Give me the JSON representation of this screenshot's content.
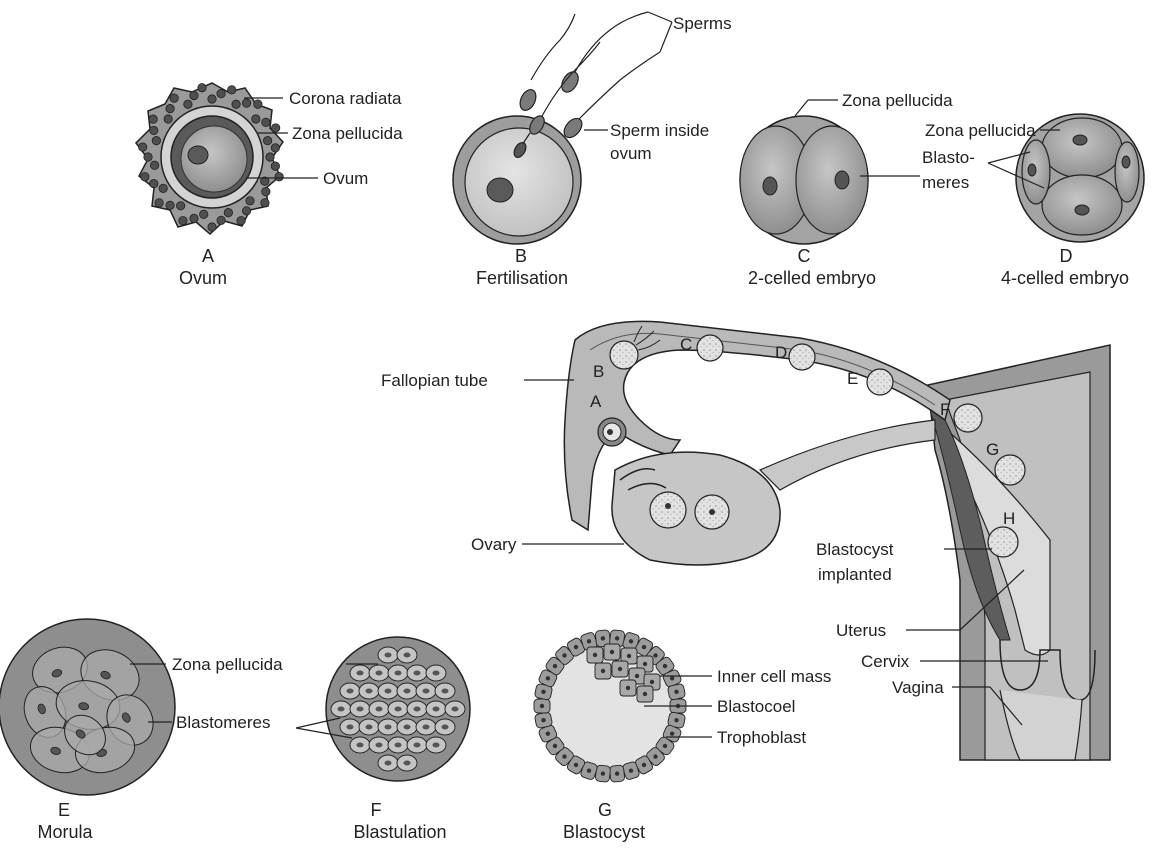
{
  "panels": {
    "A": {
      "letter": "A",
      "title": "Ovum",
      "labels": {
        "corona": "Corona radiata",
        "zona": "Zona pellucida",
        "ovum": "Ovum"
      }
    },
    "B": {
      "letter": "B",
      "title": "Fertilisation",
      "labels": {
        "sperms": "Sperms",
        "sperm_inside_1": "Sperm inside",
        "sperm_inside_2": "ovum"
      }
    },
    "C": {
      "letter": "C",
      "title": "2-celled embryo",
      "labels": {
        "zona": "Zona pellucida"
      }
    },
    "D": {
      "letter": "D",
      "title": "4-celled embryo",
      "labels": {
        "zona": "Zona pellucida",
        "blasto_1": "Blasto-",
        "blasto_2": "meres"
      }
    },
    "E": {
      "letter": "E",
      "title": "Morula",
      "labels": {
        "zona": "Zona pellucida",
        "blastomeres": "Blastomeres"
      }
    },
    "F": {
      "letter": "F",
      "title": "Blastulation"
    },
    "G": {
      "letter": "G",
      "title": "Blastocyst",
      "labels": {
        "icm": "Inner cell mass",
        "blastocoel": "Blastocoel",
        "trophoblast": "Trophoblast"
      }
    }
  },
  "reproductive_tract": {
    "labels": {
      "fallopian": "Fallopian tube",
      "ovary": "Ovary",
      "blastocyst_implanted_1": "Blastocyst",
      "blastocyst_implanted_2": "implanted",
      "uterus": "Uterus",
      "cervix": "Cervix",
      "vagina": "Vagina"
    },
    "stage_letters": [
      "A",
      "B",
      "C",
      "D",
      "E",
      "F",
      "G",
      "H"
    ]
  },
  "colors": {
    "outer": "#8c8c8c",
    "mid": "#b5b5b5",
    "light": "#d2d2d2",
    "dark": "#555555",
    "stroke": "#222222"
  }
}
